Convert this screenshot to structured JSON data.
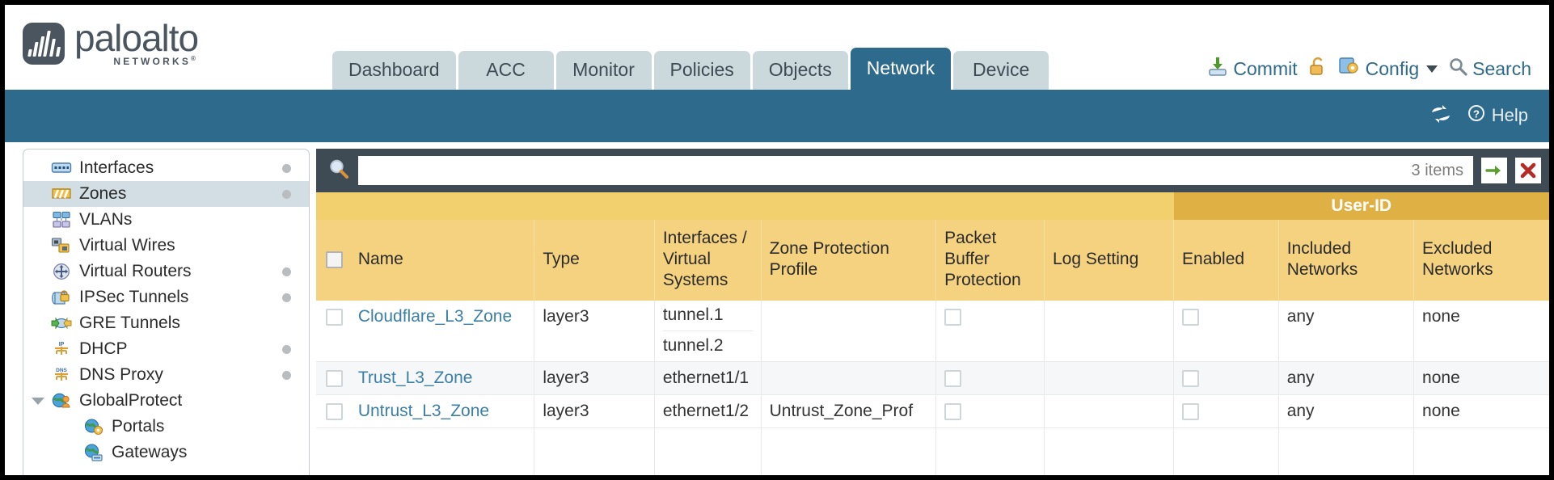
{
  "brand": {
    "name": "paloalto",
    "sub": "NETWORKS",
    "sup": "®",
    "mark_icon": "paloalto-logo-icon"
  },
  "nav": {
    "tabs": [
      {
        "label": "Dashboard",
        "active": false
      },
      {
        "label": "ACC",
        "active": false
      },
      {
        "label": "Monitor",
        "active": false
      },
      {
        "label": "Policies",
        "active": false
      },
      {
        "label": "Objects",
        "active": false
      },
      {
        "label": "Network",
        "active": true
      },
      {
        "label": "Device",
        "active": false
      }
    ]
  },
  "top_actions": {
    "commit": {
      "label": "Commit",
      "icon": "commit-save-icon"
    },
    "lock": {
      "label": "",
      "icon": "unlock-icon"
    },
    "config": {
      "label": "Config",
      "icon": "config-wrench-icon",
      "caret": "chevron-down-icon"
    },
    "search": {
      "label": "Search",
      "icon": "search-icon"
    }
  },
  "band": {
    "refresh": {
      "icon": "refresh-icon"
    },
    "help": {
      "label": "Help",
      "icon": "help-question-icon"
    }
  },
  "sidebar": {
    "items": [
      {
        "label": "Interfaces",
        "icon": "interfaces-icon",
        "dot": true,
        "active": false,
        "child": false,
        "expander": false
      },
      {
        "label": "Zones",
        "icon": "zones-icon",
        "dot": true,
        "active": true,
        "child": false,
        "expander": false
      },
      {
        "label": "VLANs",
        "icon": "vlans-icon",
        "dot": false,
        "active": false,
        "child": false,
        "expander": false
      },
      {
        "label": "Virtual Wires",
        "icon": "virtual-wires-icon",
        "dot": false,
        "active": false,
        "child": false,
        "expander": false
      },
      {
        "label": "Virtual Routers",
        "icon": "virtual-routers-icon",
        "dot": true,
        "active": false,
        "child": false,
        "expander": false
      },
      {
        "label": "IPSec Tunnels",
        "icon": "ipsec-tunnels-icon",
        "dot": true,
        "active": false,
        "child": false,
        "expander": false
      },
      {
        "label": "GRE Tunnels",
        "icon": "gre-tunnels-icon",
        "dot": false,
        "active": false,
        "child": false,
        "expander": false
      },
      {
        "label": "DHCP",
        "icon": "dhcp-icon",
        "dot": true,
        "active": false,
        "child": false,
        "expander": false
      },
      {
        "label": "DNS Proxy",
        "icon": "dns-proxy-icon",
        "dot": true,
        "active": false,
        "child": false,
        "expander": false
      },
      {
        "label": "GlobalProtect",
        "icon": "globalprotect-icon",
        "dot": false,
        "active": false,
        "child": false,
        "expander": true
      },
      {
        "label": "Portals",
        "icon": "portals-icon",
        "dot": false,
        "active": false,
        "child": true,
        "expander": false
      },
      {
        "label": "Gateways",
        "icon": "gateways-icon",
        "dot": false,
        "active": false,
        "child": true,
        "expander": false
      }
    ]
  },
  "search": {
    "icon": "search-magnifier-icon",
    "value": "",
    "placeholder": "",
    "item_count": "3 items",
    "apply_icon": "apply-arrow-icon",
    "clear_icon": "clear-x-icon"
  },
  "table": {
    "group_header": {
      "label": "User-ID",
      "span": 3
    },
    "columns": [
      "Name",
      "Type",
      "Interfaces / Virtual Systems",
      "Zone Protection Profile",
      "Packet Buffer Protection",
      "Log Setting",
      "Enabled",
      "Included Networks",
      "Excluded Networks"
    ],
    "select_all_checked": false,
    "rows": [
      {
        "selected": false,
        "name": "Cloudflare_L3_Zone",
        "type": "layer3",
        "interfaces": [
          "tunnel.1",
          "tunnel.2"
        ],
        "zone_protection_profile": "",
        "packet_buffer_protection": false,
        "log_setting": "",
        "user_id_enabled": false,
        "included_networks": "any",
        "excluded_networks": "none"
      },
      {
        "selected": false,
        "name": "Trust_L3_Zone",
        "type": "layer3",
        "interfaces": [
          "ethernet1/1"
        ],
        "zone_protection_profile": "",
        "packet_buffer_protection": false,
        "log_setting": "",
        "user_id_enabled": false,
        "included_networks": "any",
        "excluded_networks": "none"
      },
      {
        "selected": false,
        "name": "Untrust_L3_Zone",
        "type": "layer3",
        "interfaces": [
          "ethernet1/2"
        ],
        "zone_protection_profile": "Untrust_Zone_Prof",
        "packet_buffer_protection": false,
        "log_setting": "",
        "user_id_enabled": false,
        "included_networks": "any",
        "excluded_networks": "none"
      }
    ]
  },
  "colors": {
    "brand_slate": "#4a5560",
    "band_blue": "#2e6a8c",
    "tab_inactive": "#ccd9dc",
    "toolbar_dark": "#3f4b54",
    "header_gold": "#f5d280",
    "group_gold": "#dfb043",
    "link_blue": "#3b7fa6",
    "row_alt": "#f5f7f8"
  }
}
